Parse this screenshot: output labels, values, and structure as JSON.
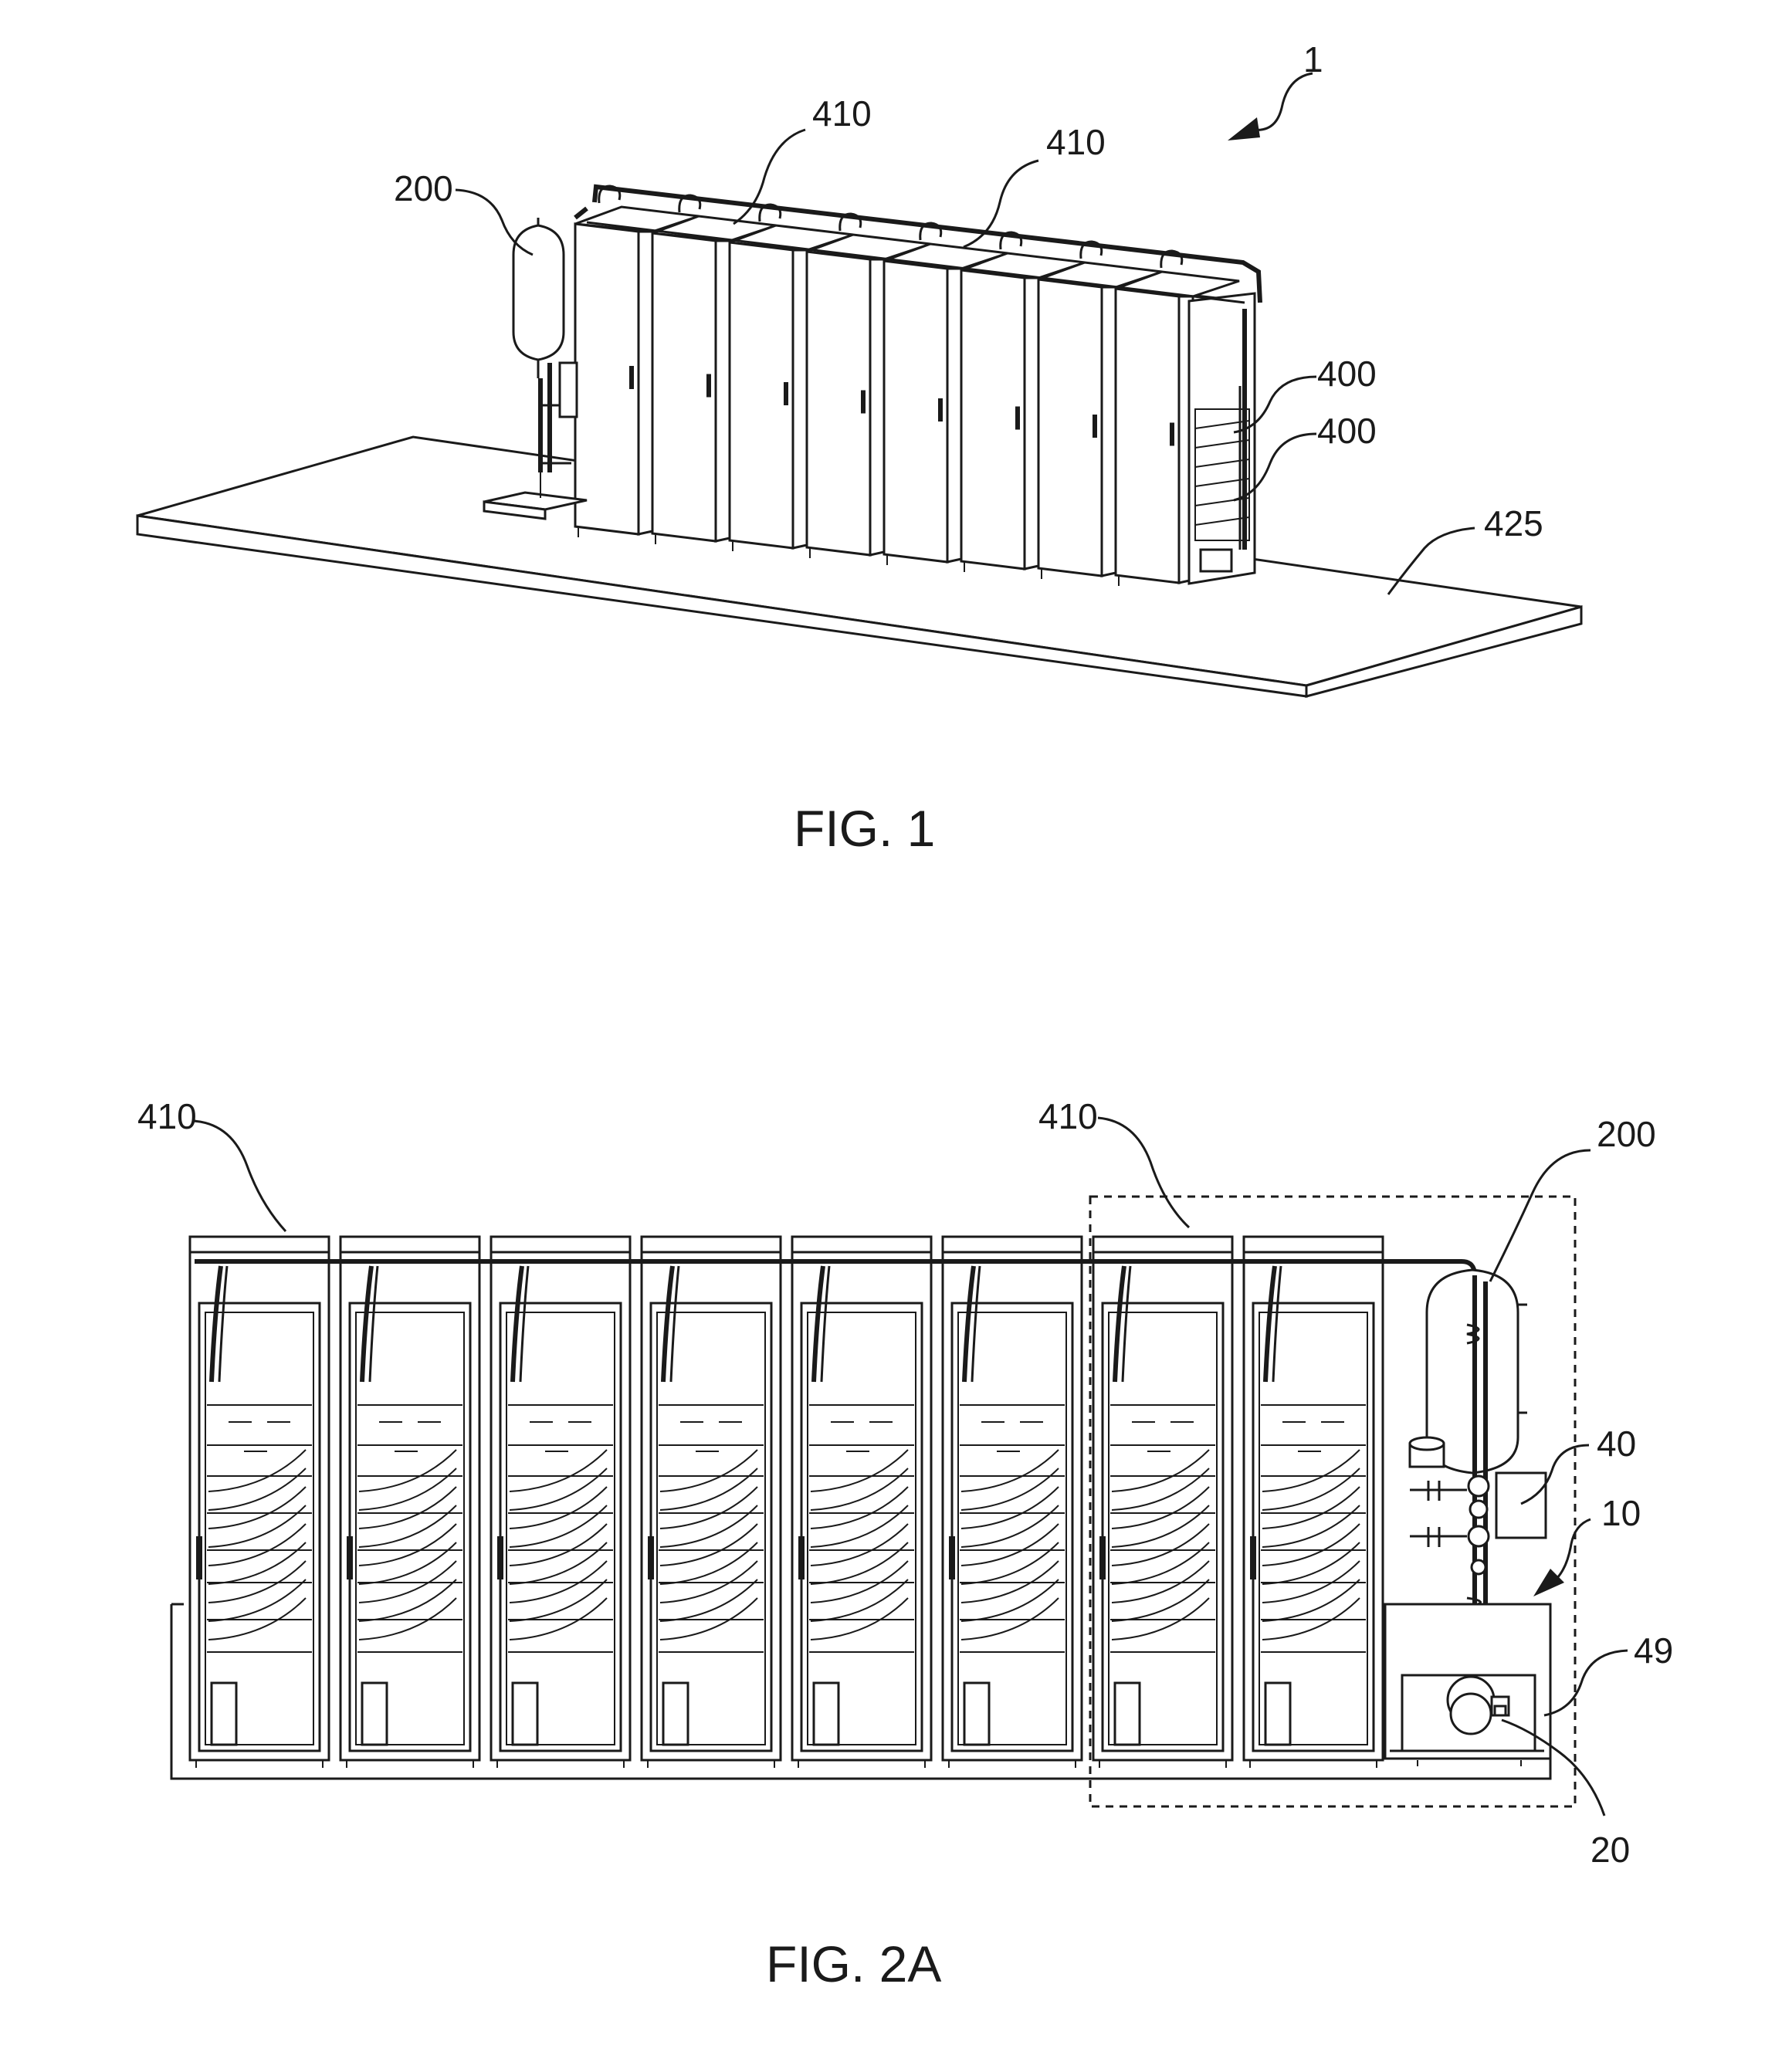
{
  "fig1": {
    "caption": "FIG. 1",
    "labels": {
      "system": "1",
      "tank": "200",
      "pipe_a": "410",
      "pipe_b": "410",
      "server_a": "400",
      "server_b": "400",
      "floor": "425"
    }
  },
  "fig2a": {
    "caption": "FIG. 2A",
    "labels": {
      "pipe_left": "410",
      "pipe_right": "410",
      "tank": "200",
      "pump_unit": "40",
      "module": "10",
      "pump_base": "49",
      "pump": "20"
    }
  }
}
